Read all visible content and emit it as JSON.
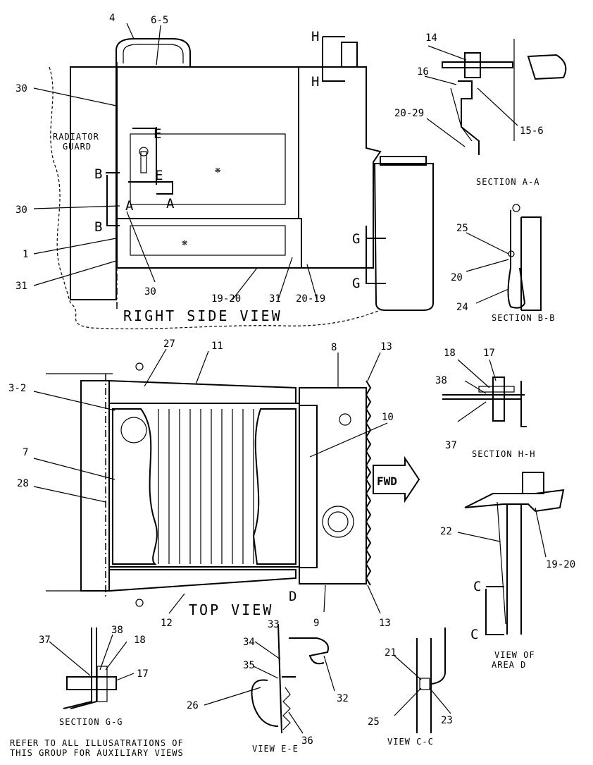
{
  "views": {
    "right_side": "RIGHT  SIDE  VIEW",
    "top": "TOP  VIEW",
    "section_aa": "SECTION  A-A",
    "section_bb": "SECTION  B-B",
    "section_hh": "SECTION  H-H",
    "section_gg": "SECTION  G-G",
    "view_ee": "VIEW  E-E",
    "view_cc": "VIEW  C-C",
    "view_d_line1": "VIEW OF",
    "view_d_line2": "AREA  D"
  },
  "labels": {
    "radiator_line1": "RADIATOR",
    "radiator_line2": "GUARD",
    "fwd": "FWD",
    "note_line1": "REFER  TO  ALL  ILLUSATRATIONS  OF",
    "note_line2": "THIS  GROUP  FOR  AUXILIARY  VIEWS"
  },
  "section_letters": {
    "h": "H",
    "e": "E",
    "a": "A",
    "b": "B",
    "g": "G",
    "c": "C",
    "d": "D"
  },
  "callouts": {
    "c4": "4",
    "c6_5": "6-5",
    "c30": "30",
    "c1": "1",
    "c31": "31",
    "c19_20": "19-20",
    "c20_19": "20-19",
    "c14": "14",
    "c16": "16",
    "c15_6": "15-6",
    "c20_29": "20-29",
    "c25": "25",
    "c20": "20",
    "c24": "24",
    "c27": "27",
    "c11": "11",
    "c8": "8",
    "c13": "13",
    "c10": "10",
    "c3_2": "3-2",
    "c7": "7",
    "c28": "28",
    "c12": "12",
    "c9": "9",
    "c18": "18",
    "c17": "17",
    "c38": "38",
    "c37": "37",
    "c22": "22",
    "c33": "33",
    "c34": "34",
    "c35": "35",
    "c32": "32",
    "c26": "26",
    "c36": "36",
    "c21": "21",
    "c23": "23"
  }
}
